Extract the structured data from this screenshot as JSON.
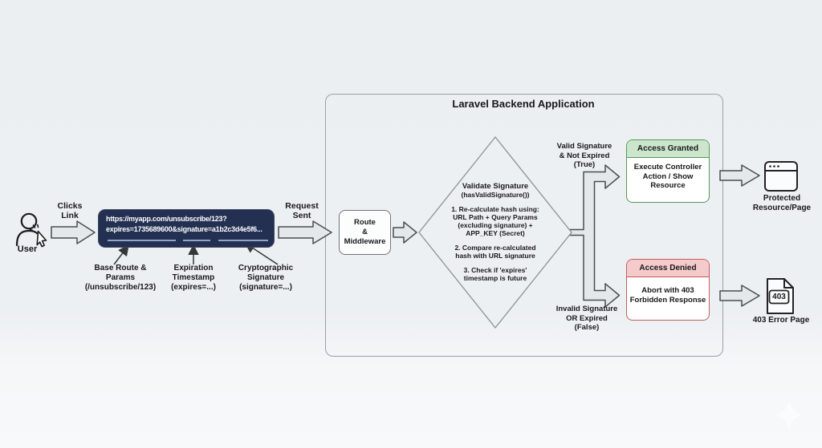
{
  "colors": {
    "page_bg": "#edf0f3",
    "url_box_bg": "#233052",
    "granted_header_bg": "#cbe6cb",
    "granted_border": "#57975a",
    "denied_header_bg": "#f5caca",
    "denied_border": "#c45c5c",
    "arrow_fill": "#e4e8eb",
    "arrow_stroke": "#4a4d50"
  },
  "user": {
    "label": "User",
    "action_lines": [
      "Clicks",
      "Link"
    ]
  },
  "url_box": {
    "line1": "https://myapp.com/unsubscribe/123?",
    "line2": "expires=1735689600&signature=a1b2c3d4e5f6..."
  },
  "url_annotations": [
    {
      "lines": [
        "Base Route &",
        "Params",
        "(/unsubscribe/123)"
      ]
    },
    {
      "lines": [
        "Expiration",
        "Timestamp",
        "(expires=...)"
      ]
    },
    {
      "lines": [
        "Cryptographic",
        "Signature",
        "(signature=...)"
      ]
    }
  ],
  "request": {
    "lines": [
      "Request",
      "Sent"
    ]
  },
  "backend": {
    "title": "Laravel Backend Application"
  },
  "route_box": {
    "lines": [
      "Route",
      "&",
      "Middleware"
    ]
  },
  "diamond": {
    "title": "Validate Signature",
    "subtitle": "(hasValidSignature())",
    "step1": [
      "1. Re-calculate hash using:",
      "URL Path + Query Params",
      "(excluding signature) +",
      "APP_KEY (Secret)"
    ],
    "step2": [
      "2. Compare re-calculated",
      "hash with URL signature"
    ],
    "step3": [
      "3. Check if 'expires'",
      "timestamp is future"
    ]
  },
  "branch_true": {
    "lines": [
      "Valid Signature",
      "& Not Expired",
      "(True)"
    ]
  },
  "branch_false": {
    "lines": [
      "Invalid Signature",
      "OR Expired",
      "(False)"
    ]
  },
  "granted": {
    "header": "Access Granted",
    "body_lines": [
      "Execute Controller",
      "Action / Show",
      "Resource"
    ]
  },
  "denied": {
    "header": "Access Denied",
    "body_lines": [
      "Abort with 403",
      "Forbidden Response"
    ]
  },
  "outputs": {
    "protected": {
      "label_lines": [
        "Protected",
        "Resource/Page"
      ]
    },
    "error": {
      "doc_text": "403",
      "label": "403 Error Page"
    }
  }
}
